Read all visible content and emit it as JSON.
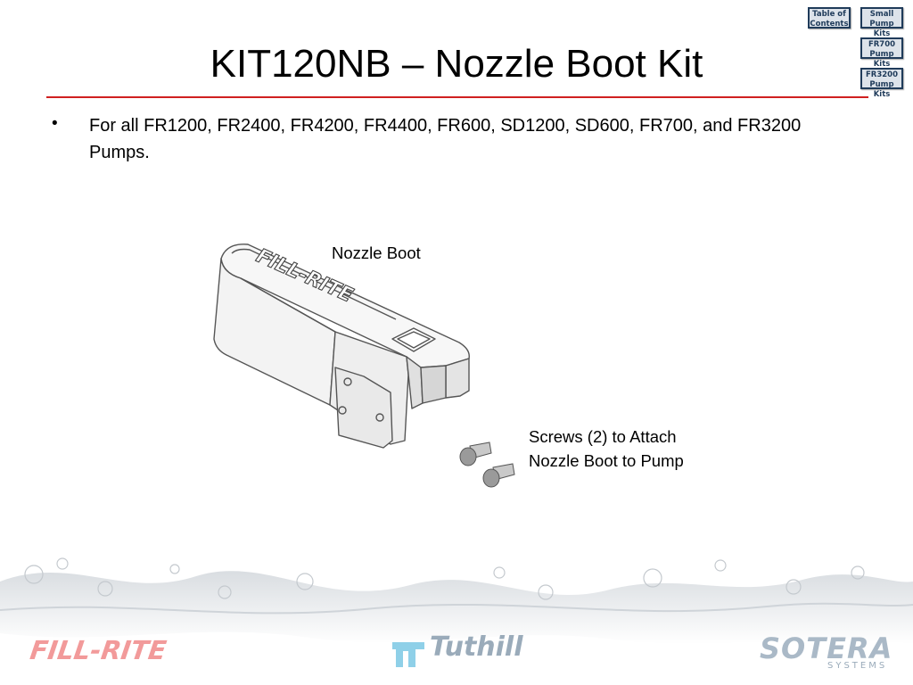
{
  "nav": {
    "table_of_contents": "Table of\nContents",
    "small_pump_kits": "Small\nPump Kits",
    "fr700_pump_kits": "FR700\nPump Kits",
    "fr3200_pump_kits": "FR3200\nPump Kits"
  },
  "slide": {
    "title": "KIT120NB – Nozzle Boot Kit",
    "bullet_symbol": "•",
    "bullet_text": "For all FR1200, FR2400, FR4200, FR4400, FR600, SD1200, SD600, FR700, and FR3200 Pumps.",
    "caption_boot": "Nozzle Boot",
    "caption_screws_line1": "Screws (2) to Attach",
    "caption_screws_line2": "Nozzle Boot to Pump"
  },
  "product": {
    "embossed_text": "FILL-RITE"
  },
  "footer": {
    "logo_fillrite": "FILL-RITE",
    "logo_tuthill": "Tuthill",
    "logo_sotera": "SOTERA",
    "logo_sotera_sub": "SYSTEMS"
  },
  "colors": {
    "title_rule": "#d02020",
    "nav_border": "#1f3b5a",
    "nav_fill": "#dde3ea"
  },
  "icons": [
    "nozzle-boot-drawing",
    "screw-drawing",
    "water-splash",
    "tuthill-logo-mark"
  ]
}
